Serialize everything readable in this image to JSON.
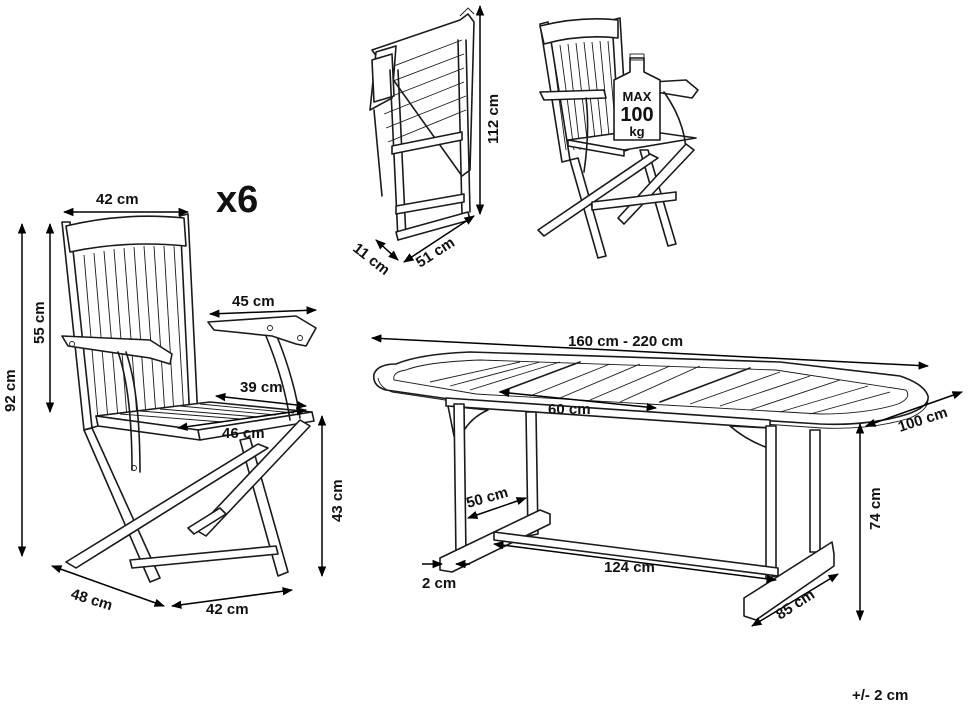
{
  "quantity_label": "x6",
  "tolerance": "+/- 2 cm",
  "max_load": {
    "line1": "MAX",
    "line2": "100",
    "line3": "kg"
  },
  "chair_dimensions": {
    "back_width": "42 cm",
    "total_height": "92 cm",
    "back_height": "55 cm",
    "armrest_length": "45 cm",
    "seat_depth": "39 cm",
    "seat_width": "46 cm",
    "seat_height": "43 cm",
    "base_depth": "48 cm",
    "base_width": "42 cm"
  },
  "folded_chair_dimensions": {
    "height": "112 cm",
    "thickness": "11 cm",
    "width": "51 cm"
  },
  "table_dimensions": {
    "length": "160 cm - 220 cm",
    "extension": "60 cm",
    "width": "100 cm",
    "height": "74 cm",
    "foot_offset": "50 cm",
    "beam_length": "124 cm",
    "foot_thickness": "2 cm",
    "foot_depth": "85 cm"
  }
}
